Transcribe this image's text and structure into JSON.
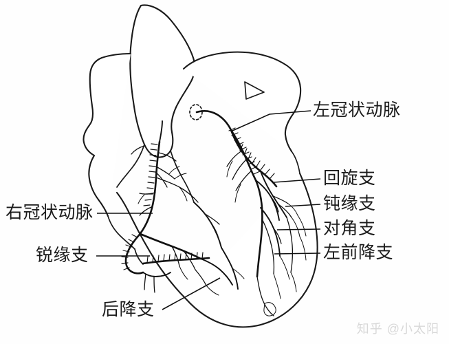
{
  "figure": {
    "type": "anatomical-line-drawing",
    "subject": "heart-coronary-arteries",
    "background_color": "#ffffff",
    "line_color": "#111111"
  },
  "labels": {
    "left_coronary_artery": "左冠状动脉",
    "circumflex_branch": "回旋支",
    "obtuse_marginal_branch": "钝缘支",
    "diagonal_branch": "对角支",
    "left_anterior_descending": "左前降支",
    "right_coronary_artery": "右冠状动脉",
    "acute_marginal_branch": "锐缘支",
    "posterior_descending_branch": "后降支"
  },
  "label_list": [
    {
      "id": "left-coronary-artery",
      "text": "左冠状动脉",
      "side": "right"
    },
    {
      "id": "circumflex-branch",
      "text": "回旋支",
      "side": "right"
    },
    {
      "id": "obtuse-marginal-branch",
      "text": "钝缘支",
      "side": "right"
    },
    {
      "id": "diagonal-branch",
      "text": "对角支",
      "side": "right"
    },
    {
      "id": "left-anterior-descending",
      "text": "左前降支",
      "side": "right"
    },
    {
      "id": "right-coronary-artery",
      "text": "右冠状动脉",
      "side": "left"
    },
    {
      "id": "acute-marginal-branch",
      "text": "锐缘支",
      "side": "left"
    },
    {
      "id": "posterior-descending-branch",
      "text": "后降支",
      "side": "left"
    }
  ],
  "watermark": {
    "text": "知乎 @小太阳",
    "color": "#d8d8d8"
  }
}
